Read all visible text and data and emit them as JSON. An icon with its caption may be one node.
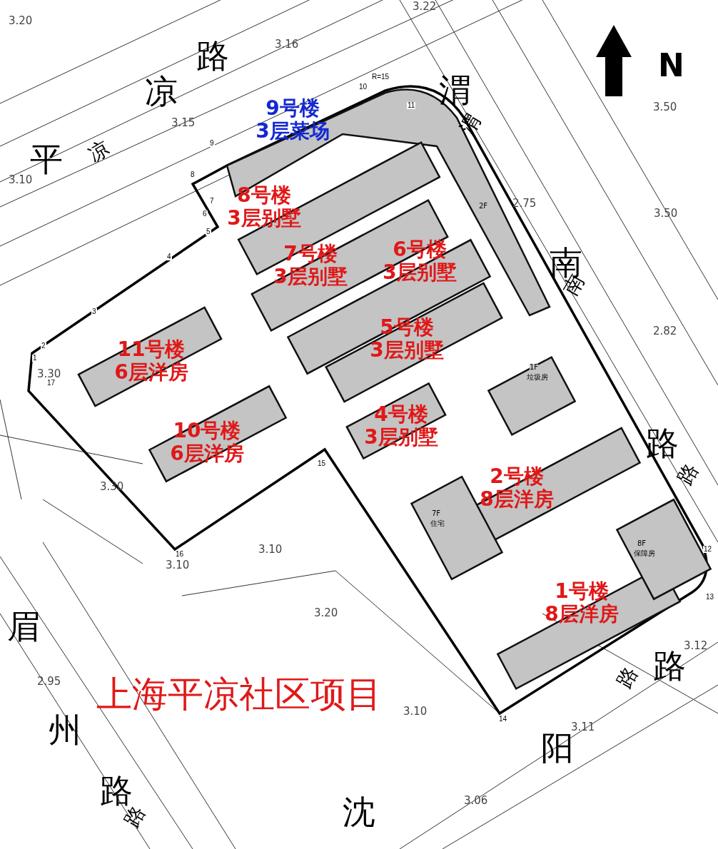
{
  "diagram": {
    "title": "上海平凉社区项目",
    "nodes": [
      {
        "text": [
          "9号楼",
          "3层菜场"
        ]
      },
      {
        "text": [
          "8号楼",
          "3层别墅"
        ]
      },
      {
        "text": [
          "7号楼",
          "3层别墅"
        ]
      },
      {
        "text": [
          "6号楼",
          "3层别墅"
        ]
      },
      {
        "text": [
          "11号楼",
          "6层洋房"
        ]
      },
      {
        "text": [
          "5号楼",
          "3层别墅"
        ]
      },
      {
        "text": [
          "10号楼",
          "6层洋房"
        ]
      },
      {
        "text": [
          "4号楼",
          "3层别墅"
        ]
      },
      {
        "text": [
          "2号楼",
          "8层洋房"
        ]
      },
      {
        "text": [
          "1号楼",
          "8层洋房"
        ]
      }
    ],
    "labels": [
      "3.20",
      "路",
      "3.16",
      "3.22",
      "凉",
      "R=15",
      "10",
      "11",
      "渭",
      "N",
      "3.15",
      "渭",
      "3.50",
      "9",
      "平",
      "凉",
      "8",
      "3.10",
      "2F",
      "7",
      "6",
      "2.75",
      "3.50",
      "5",
      "4",
      "南",
      "南",
      "3",
      "2.82",
      "2",
      "1",
      "3.30",
      "17",
      "1F",
      "垃圾房",
      "路",
      "路",
      "15",
      "3.30",
      "7F",
      "住宅",
      "3.10",
      "16",
      "8F",
      "保障房",
      "12",
      "3.10",
      "13",
      "3.20",
      "眉",
      "3.12",
      "路",
      "路",
      "2.95",
      "3.10",
      "14",
      "3.11",
      "阳",
      "州",
      "路",
      "路",
      "3.06",
      "沈"
    ]
  }
}
